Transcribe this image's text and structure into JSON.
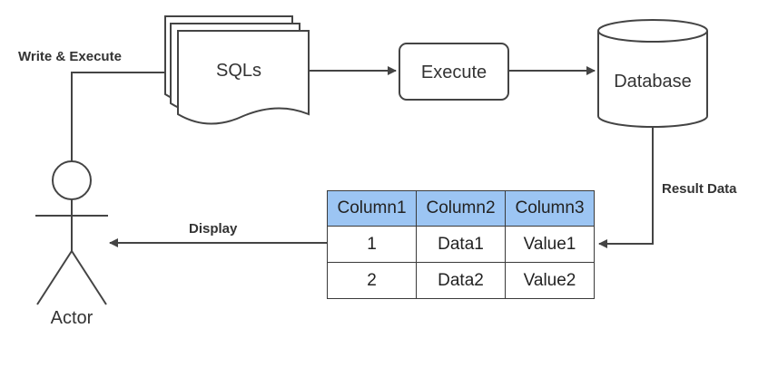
{
  "edge_labels": {
    "write_execute": "Write & Execute",
    "result_data": "Result Data",
    "display": "Display"
  },
  "nodes": {
    "sqls": "SQLs",
    "execute": "Execute",
    "database": "Database",
    "actor": "Actor"
  },
  "result_table": {
    "headers": [
      "Column1",
      "Column2",
      "Column3"
    ],
    "rows": [
      [
        "1",
        "Data1",
        "Value1"
      ],
      [
        "2",
        "Data2",
        "Value2"
      ]
    ]
  },
  "colors": {
    "stroke": "#444444",
    "header_fill": "#9cc5f3"
  }
}
